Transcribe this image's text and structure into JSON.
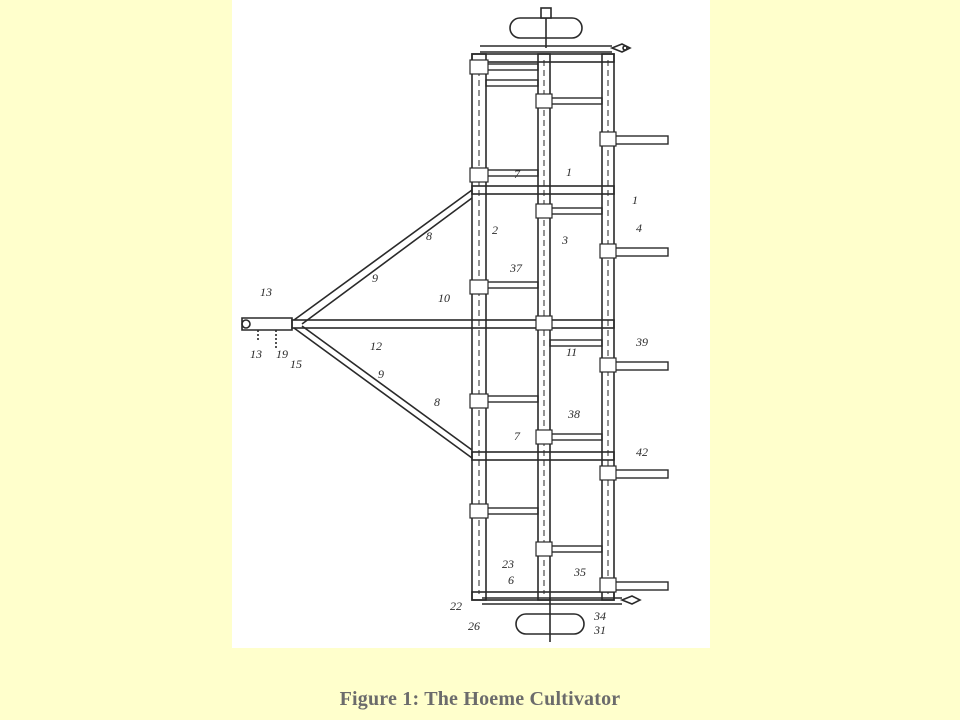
{
  "caption": "Figure 1: The Hoeme Cultivator",
  "drawing": {
    "ink_color": "#2a2a2a",
    "reference_numerals": [
      "1",
      "1",
      "2",
      "3",
      "4",
      "6",
      "7",
      "7",
      "8",
      "8",
      "9",
      "9",
      "10",
      "11",
      "12",
      "13",
      "13",
      "15",
      "19",
      "22",
      "23",
      "26",
      "31",
      "34",
      "35",
      "37",
      "38",
      "39",
      "42"
    ]
  }
}
